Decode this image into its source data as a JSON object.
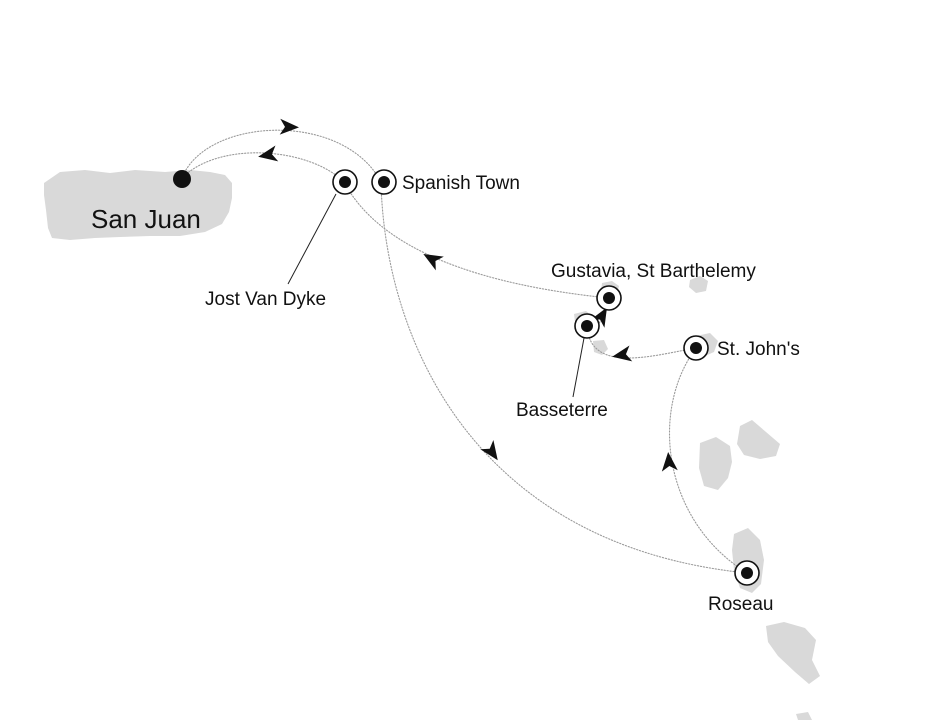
{
  "map": {
    "colors": {
      "land": "#d9d9d9",
      "route": "#9a9a9a",
      "marker": "#111111",
      "background": "#ffffff"
    },
    "home_port": {
      "name": "San Juan",
      "marker": "solid-dot-icon"
    },
    "ports": [
      {
        "id": "spanish-town",
        "name": "Spanish Town",
        "marker": "port-target-icon"
      },
      {
        "id": "jost-van-dyke",
        "name": "Jost Van Dyke",
        "marker": "port-target-icon"
      },
      {
        "id": "gustavia",
        "name": "Gustavia, St Barthelemy",
        "marker": "port-target-icon"
      },
      {
        "id": "basseterre",
        "name": "Basseterre",
        "marker": "port-target-icon"
      },
      {
        "id": "st-johns",
        "name": "St. John's",
        "marker": "port-target-icon"
      },
      {
        "id": "roseau",
        "name": "Roseau",
        "marker": "port-target-icon"
      }
    ],
    "route_order": [
      "San Juan",
      "Spanish Town",
      "Roseau",
      "St. John's",
      "Basseterre",
      "Gustavia, St Barthelemy",
      "Jost Van Dyke",
      "San Juan"
    ],
    "route_style": "dotted",
    "direction_marker": "arrowhead-icon"
  }
}
